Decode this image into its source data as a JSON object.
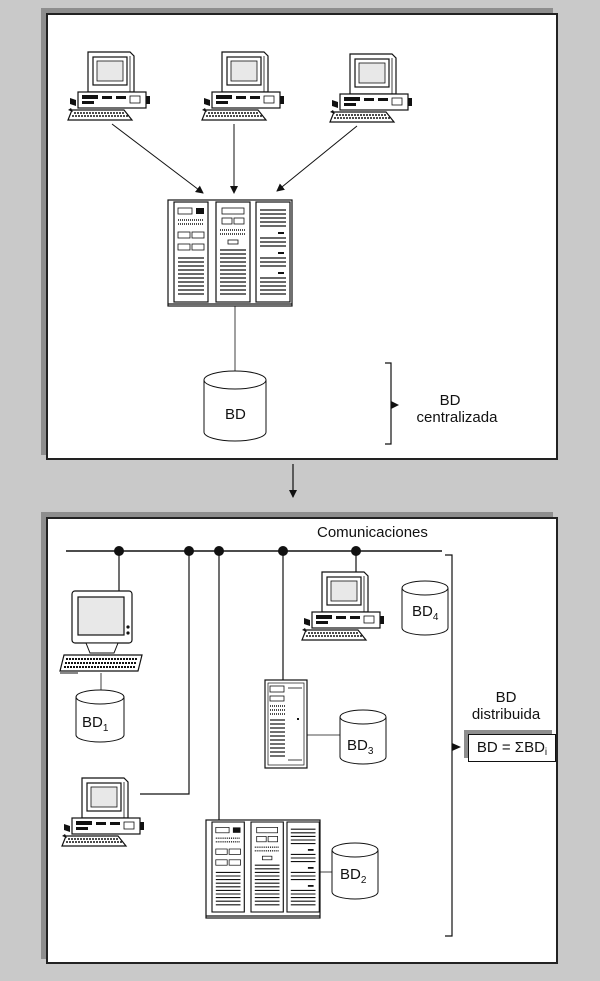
{
  "top_diagram": {
    "database_label": "BD",
    "brace_label_line1": "BD",
    "brace_label_line2": "centralizada"
  },
  "bottom_diagram": {
    "network_label": "Comunicaciones",
    "databases": [
      {
        "text": "BD",
        "subscript": "1"
      },
      {
        "text": "BD",
        "subscript": "2"
      },
      {
        "text": "BD",
        "subscript": "3"
      },
      {
        "text": "BD",
        "subscript": "4"
      }
    ],
    "brace_label_line1": "BD",
    "brace_label_line2": "distribuida",
    "formula": {
      "left": "BD = ΣBD",
      "subscript": "i"
    }
  }
}
